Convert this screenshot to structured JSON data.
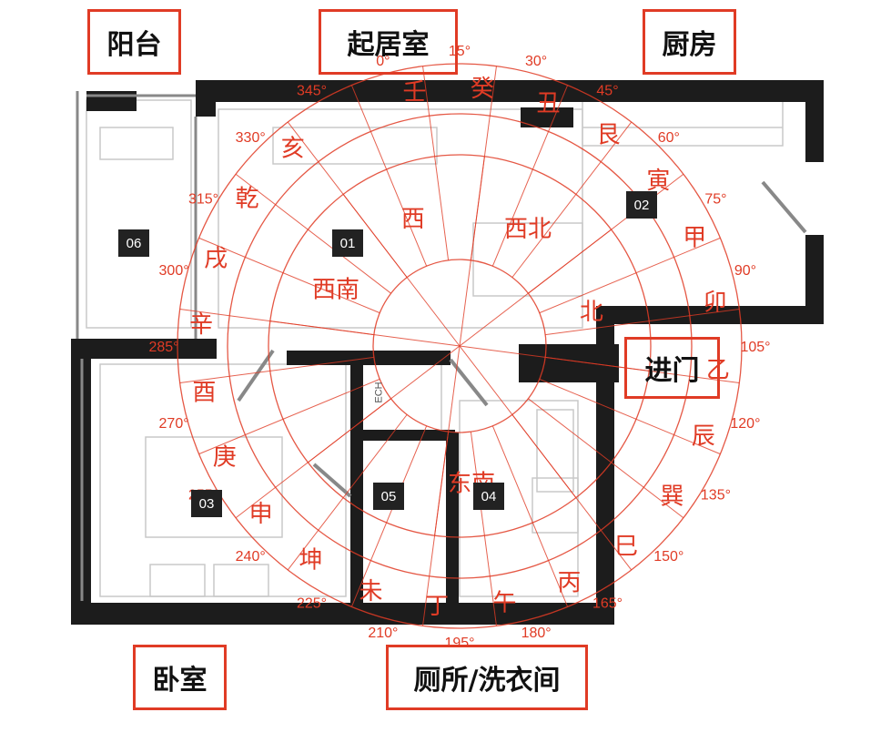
{
  "labels": {
    "balcony": "阳台",
    "living": "起居室",
    "kitchen": "厨房",
    "entry": "进门",
    "bedroom": "卧室",
    "bath": "厕所/洗衣间"
  },
  "rooms": [
    "06",
    "01",
    "02",
    "03",
    "05",
    "04"
  ],
  "fixture_text": "ECH",
  "compass": {
    "color": "#e03b25",
    "degrees": [
      "0",
      "15",
      "30",
      "45",
      "60",
      "75",
      "90",
      "105",
      "120",
      "135",
      "150",
      "165",
      "180",
      "195",
      "210",
      "225",
      "240",
      "255",
      "270",
      "285",
      "300",
      "315",
      "330",
      "345"
    ],
    "mountains": [
      "壬",
      "癸",
      "丑",
      "艮",
      "寅",
      "甲",
      "卯",
      "乙",
      "辰",
      "巽",
      "巳",
      "丙",
      "午",
      "丁",
      "未",
      "坤",
      "申",
      "庚",
      "酉",
      "辛",
      "戌",
      "乾",
      "亥"
    ],
    "directions": [
      "西北",
      "北",
      "西",
      "西南",
      "东南"
    ]
  }
}
